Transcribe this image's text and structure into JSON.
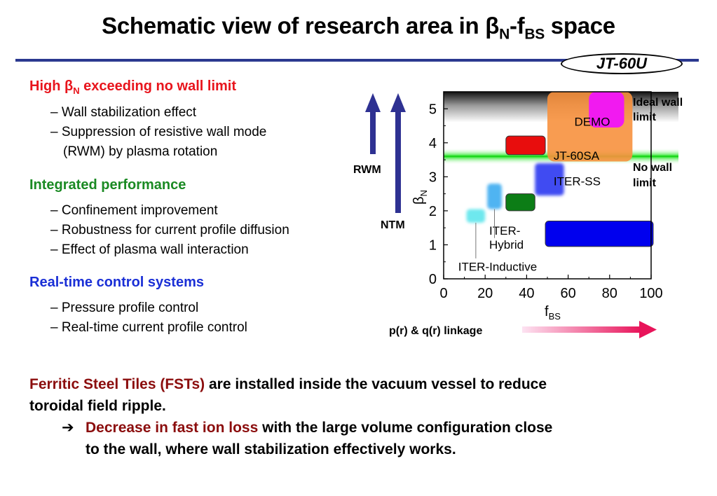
{
  "title": {
    "main": "Schematic view of research area in ",
    "beta": "β",
    "sub_n": "N",
    "dash": "-f",
    "sub_bs": "BS",
    "tail": " space"
  },
  "badge": "JT-60U",
  "left": {
    "s1": {
      "pre": "High ",
      "beta": "β",
      "sub": "N",
      "post": " exceeding no wall limit",
      "bullets": [
        "– Wall stabilization effect",
        "– Suppression of resistive wall mode",
        "(RWM) by plasma rotation"
      ]
    },
    "s2": {
      "heading": "Integrated performance",
      "bullets": [
        "– Confinement improvement",
        "– Robustness for current profile diffusion",
        "– Effect of plasma wall interaction"
      ]
    },
    "s3": {
      "heading": "Real-time control systems",
      "bullets": [
        "– Pressure profile control",
        "– Real-time current profile control"
      ]
    }
  },
  "bottom": {
    "l1_red": "Ferritic Steel Tiles (FSTs)",
    "l1_rest": " are installed inside the vacuum vessel to reduce",
    "l2": "toroidal field ripple.",
    "arrow": "➔",
    "l3_red": "Decrease in fast ion loss",
    "l3_rest": " with the large volume configuration close",
    "l4": "to the wall, where wall stabilization effectively works."
  },
  "chart_data": {
    "type": "diagram",
    "xlabel_main": "f",
    "xlabel_sub": "BS",
    "ylabel_main": "β",
    "ylabel_sub": "N",
    "xlim": [
      0,
      100
    ],
    "ylim": [
      0,
      5.5
    ],
    "xticks": [
      "0",
      "20",
      "40",
      "60",
      "80",
      "100"
    ],
    "yticks": [
      "0",
      "1",
      "2",
      "3",
      "4",
      "5"
    ],
    "xtick_values": [
      0,
      20,
      40,
      60,
      80,
      100
    ],
    "ytick_values": [
      0,
      1,
      2,
      3,
      4,
      5
    ],
    "no_wall_limit": 3.6,
    "regions": [
      {
        "name": "JT-60SA",
        "label": "JT-60SA",
        "x0": 50,
        "x1": 91,
        "y0": 3.45,
        "y1": 5.5,
        "color": "#f7913e"
      },
      {
        "name": "DEMO",
        "label": "DEMO",
        "x0": 70,
        "x1": 87,
        "y0": 4.45,
        "y1": 5.5,
        "color": "#f11af0"
      },
      {
        "name": "red-box",
        "label": "",
        "x0": 30,
        "x1": 49,
        "y0": 3.65,
        "y1": 4.2,
        "color": "#e80d0d"
      },
      {
        "name": "ITER-SS",
        "label": "ITER-SS",
        "x0": 44,
        "x1": 58,
        "y0": 2.45,
        "y1": 3.4,
        "color": "#3f4cf2"
      },
      {
        "name": "green-box",
        "label": "",
        "x0": 30,
        "x1": 44,
        "y0": 2.0,
        "y1": 2.5,
        "color": "#0c7d16"
      },
      {
        "name": "ITER-Hybrid",
        "label": "ITER-\nHybrid",
        "x0": 21,
        "x1": 28,
        "y0": 2.05,
        "y1": 2.8,
        "color": "#50b4f2"
      },
      {
        "name": "ITER-Inductive",
        "label": "ITER-Inductive",
        "x0": 11,
        "x1": 20,
        "y0": 1.65,
        "y1": 2.05,
        "color": "#6ee8ee"
      },
      {
        "name": "blue-box",
        "label": "",
        "x0": 49,
        "x1": 101,
        "y0": 0.95,
        "y1": 1.7,
        "color": "#0000ee"
      }
    ],
    "annotations": {
      "ideal": [
        "Ideal wall",
        "limit"
      ],
      "nowall": [
        "No wall",
        "limit"
      ],
      "rwm": "RWM",
      "ntm": "NTM",
      "linkage": "p(r) & q(r) linkage"
    }
  }
}
